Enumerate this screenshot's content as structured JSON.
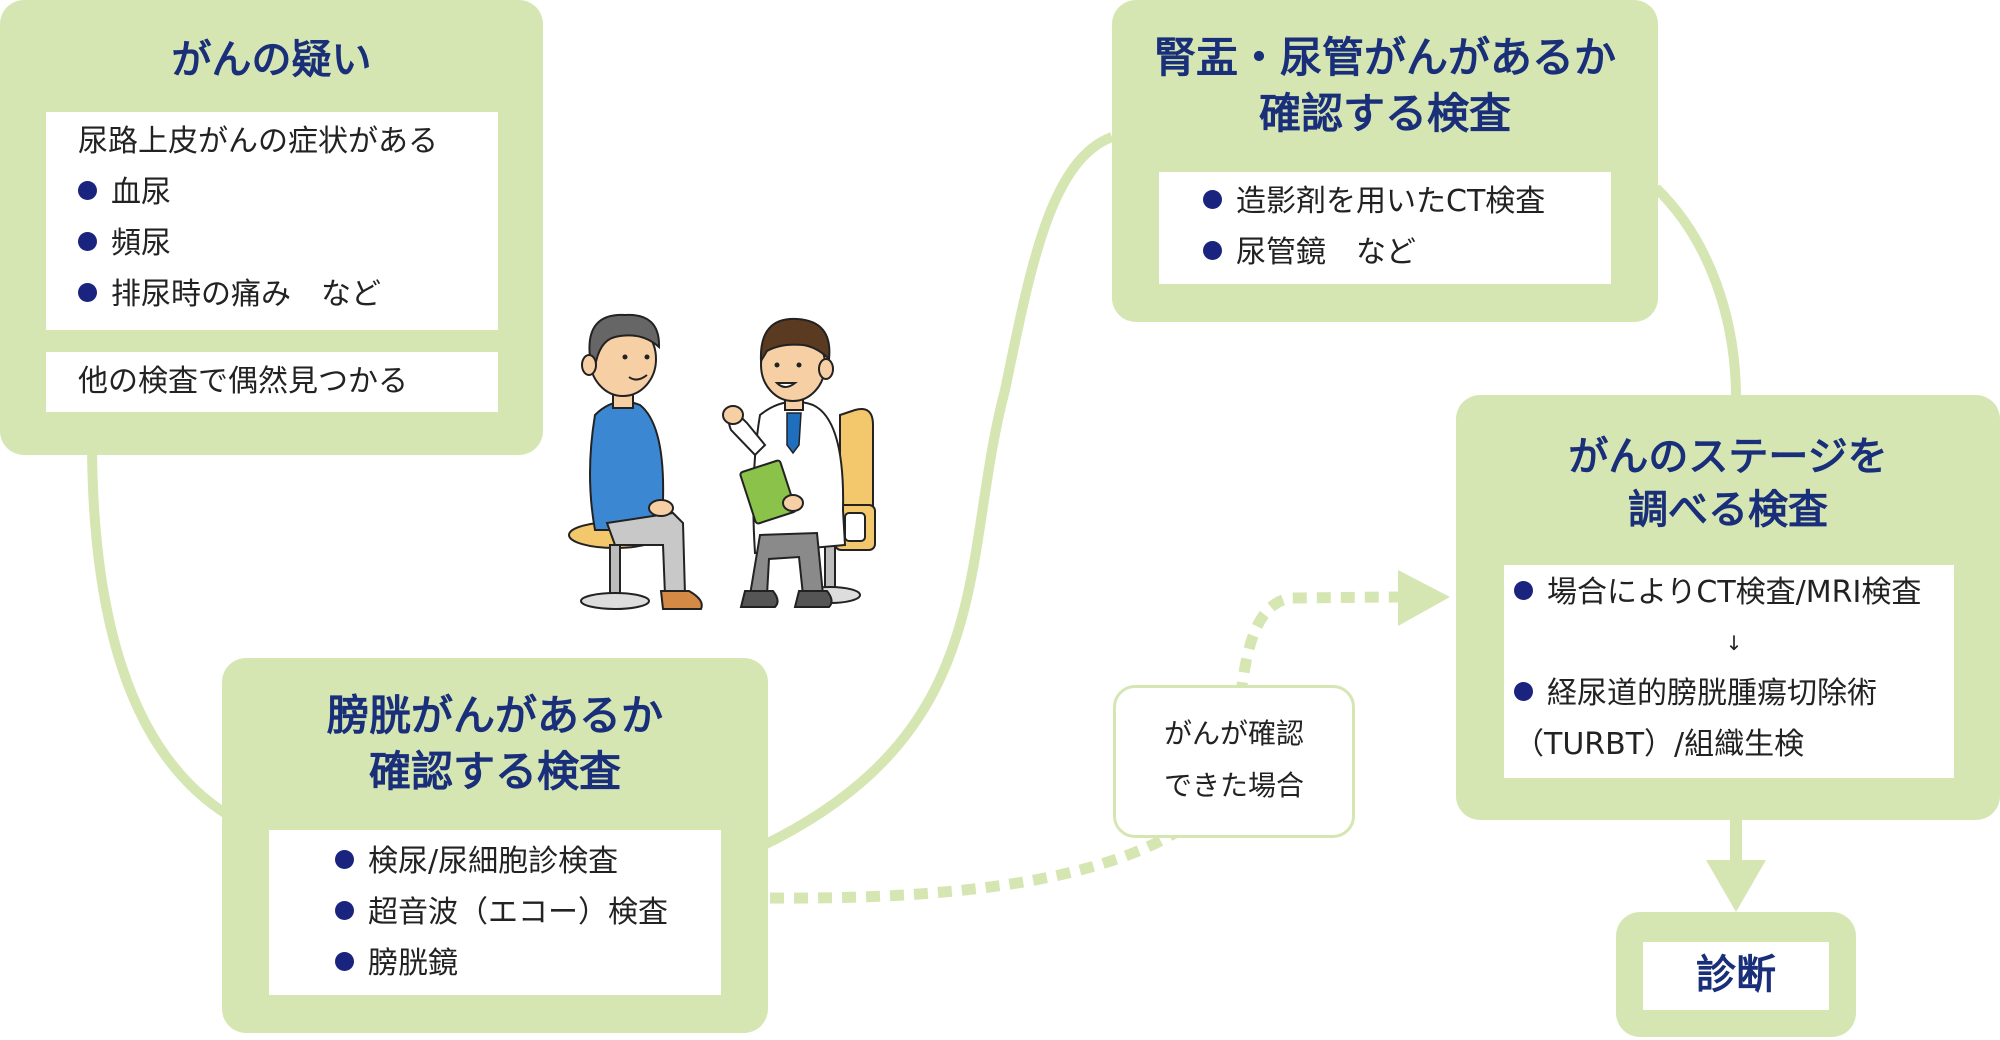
{
  "doubt": {
    "title": "がんの疑い",
    "symptom_heading": "尿路上皮がんの症状がある",
    "symptoms": [
      "血尿",
      "頻尿",
      "排尿時の痛み　など"
    ],
    "incidental": "他の検査で偶然見つかる"
  },
  "bladder": {
    "title_line1": "膀胱がんがあるか",
    "title_line2": "確認する検査",
    "items": [
      "検尿/尿細胞診検査",
      "超音波（エコー）検査",
      "膀胱鏡"
    ]
  },
  "upper": {
    "title_line1": "腎盂・尿管がんがあるか",
    "title_line2": "確認する検査",
    "items": [
      "造影剤を用いたCT検査",
      "尿管鏡　など"
    ]
  },
  "stage": {
    "title_line1": "がんのステージを",
    "title_line2": "調べる検査",
    "item1": "場合によりCT検査/MRI検査",
    "arrow": "↓",
    "item2": "経尿道的膀胱腫瘍切除術",
    "item2_cont": "（TURBT）/組織生検"
  },
  "confirmed_note": {
    "line1": "がんが確認",
    "line2": "できた場合"
  },
  "diagnosis": {
    "label": "診断"
  },
  "colors": {
    "box_fill": "#d6e6b3",
    "title_text": "#1a2f7a",
    "bullet": "#1a237e",
    "connector": "#d6e6b3"
  }
}
